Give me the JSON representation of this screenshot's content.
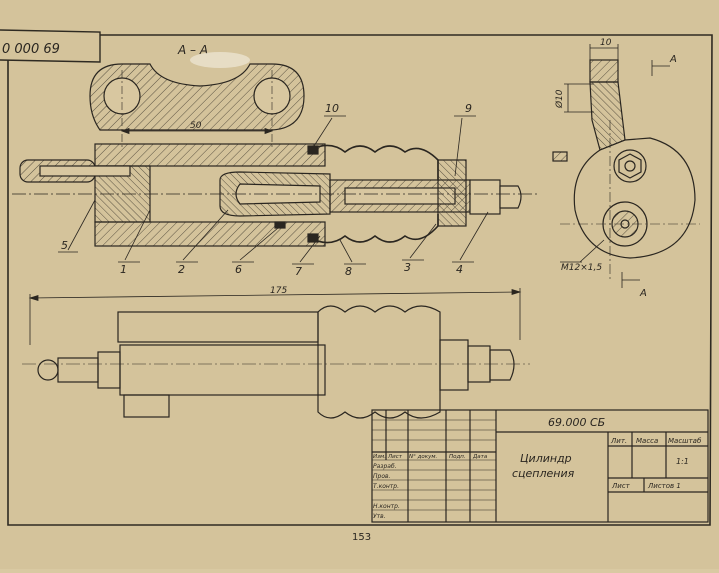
{
  "drawing": {
    "corner_number": "0 000 69",
    "section_label": "А – А",
    "page_number": "153"
  },
  "dimensions": {
    "d50": "50",
    "d175": "175",
    "d10": "10",
    "dia10": "Ø10",
    "thread": "M12×1,5"
  },
  "section_marks": {
    "top": "А",
    "bottom": "А"
  },
  "leaders": [
    "1",
    "2",
    "3",
    "4",
    "5",
    "6",
    "7",
    "8",
    "9",
    "10"
  ],
  "title_block": {
    "designation": "69.000 СБ",
    "name_line1": "Цилиндр",
    "name_line2": "сцепления",
    "col_lit": "Лит.",
    "col_mass": "Масса",
    "col_scale": "Масштаб",
    "scale": "1:1",
    "sheet": "Лист",
    "sheets": "Листов 1",
    "head_izm": "Изм.",
    "head_list": "Лист",
    "head_doc": "N° докум.",
    "head_sign": "Подп.",
    "head_date": "Дата",
    "roles": [
      "Разраб.",
      "Пров.",
      "Т.контр.",
      "Н.контр.",
      "Утв."
    ]
  }
}
